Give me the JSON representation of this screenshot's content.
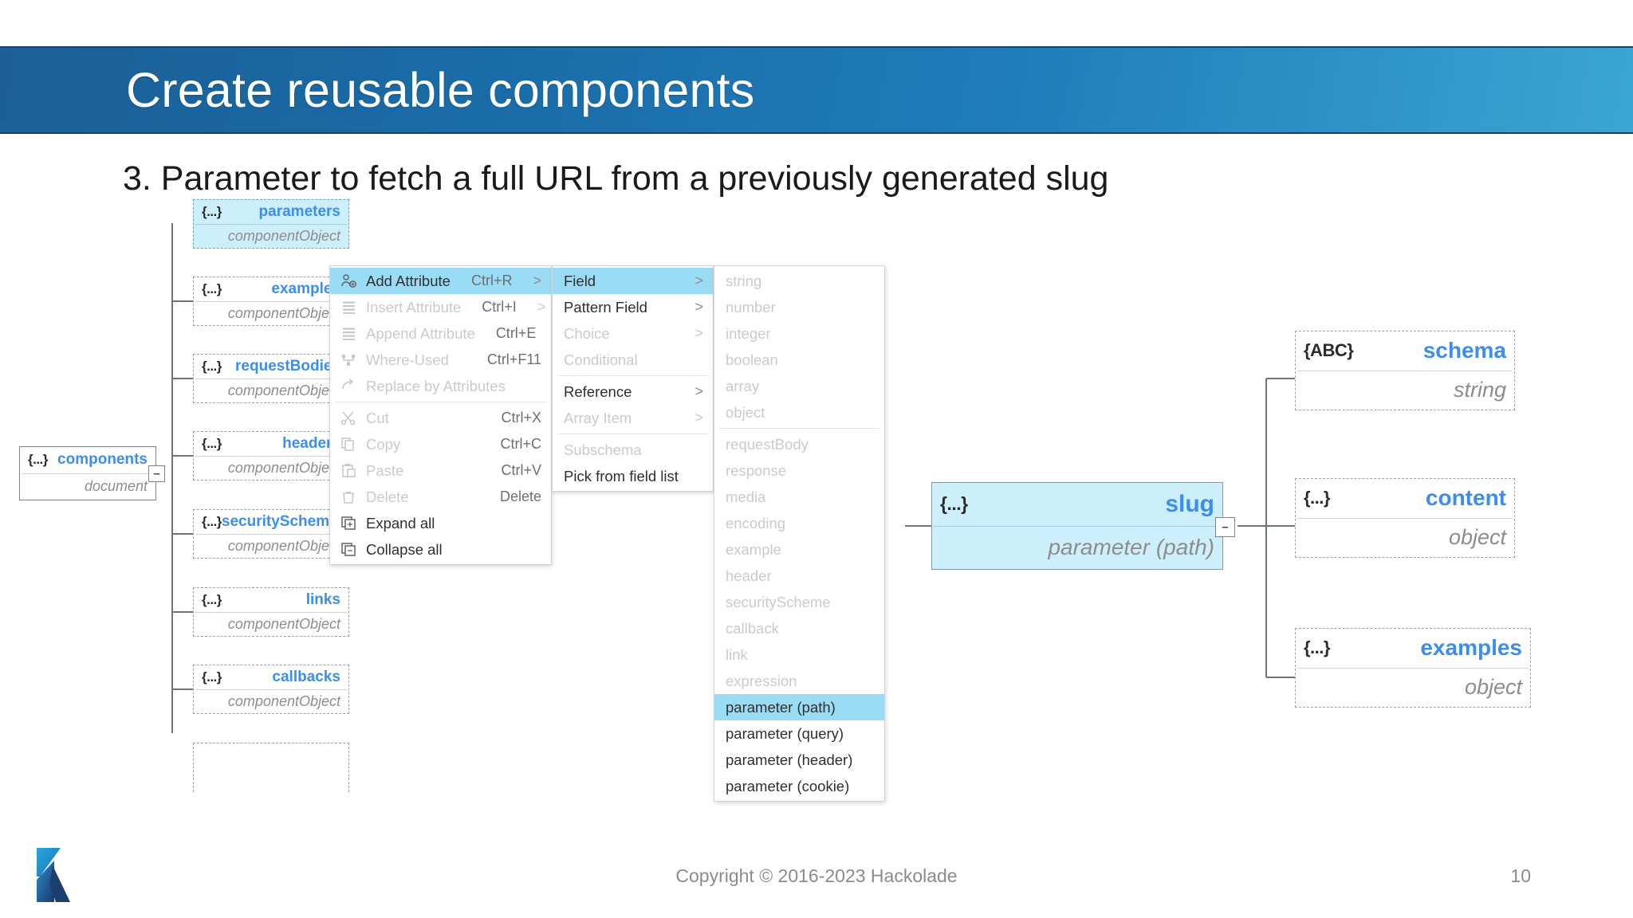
{
  "slide": {
    "title": "Create reusable components",
    "subtitle": "3. Parameter to fetch a full URL from a previously generated slug",
    "page_number": "10",
    "copyright": "Copyright © 2016-2023 Hackolade",
    "colors": {
      "title_bar_start": "#1b5f96",
      "title_bar_end": "#3aa6d4",
      "node_name": "#3b8ef0",
      "node_type": "#8d8d8d",
      "selection": "#cdeffc",
      "menu_highlight": "#9adcf5"
    }
  },
  "tree": {
    "root": {
      "brace": "{...}",
      "name": "components",
      "type": "document"
    },
    "children": [
      {
        "brace": "{...}",
        "name": "parameters",
        "type": "componentObject",
        "selected": true
      },
      {
        "brace": "{...}",
        "name": "examples",
        "type": "componentObject",
        "selected": false
      },
      {
        "brace": "{...}",
        "name": "requestBodies",
        "type": "componentObject",
        "selected": false
      },
      {
        "brace": "{...}",
        "name": "headers",
        "type": "componentObject",
        "selected": false
      },
      {
        "brace": "{...}",
        "name": "securitySchemes",
        "type": "componentObject",
        "selected": false
      },
      {
        "brace": "{...}",
        "name": "links",
        "type": "componentObject",
        "selected": false
      },
      {
        "brace": "{...}",
        "name": "callbacks",
        "type": "componentObject",
        "selected": false
      }
    ],
    "detail": {
      "parameter": {
        "brace": "{...}",
        "name": "slug",
        "type": "parameter (path)"
      },
      "children": [
        {
          "brace": "{ABC}",
          "name": "schema",
          "type": "string"
        },
        {
          "brace": "{...}",
          "name": "content",
          "type": "object"
        },
        {
          "brace": "{...}",
          "name": "examples",
          "type": "object"
        }
      ]
    },
    "handles": {
      "root_collapse": "–",
      "security_expand": "+",
      "slug_collapse": "–"
    }
  },
  "context_menu": {
    "items": [
      {
        "label": "Add Attribute",
        "accel": "Ctrl+R",
        "arrow": ">",
        "disabled": false,
        "highlight": true,
        "icon": "add-attribute-icon"
      },
      {
        "label": "Insert Attribute",
        "accel": "Ctrl+I",
        "arrow": ">",
        "disabled": true,
        "highlight": false,
        "icon": "insert-attribute-icon"
      },
      {
        "label": "Append Attribute",
        "accel": "Ctrl+E",
        "arrow": ">",
        "disabled": true,
        "highlight": false,
        "icon": "append-attribute-icon"
      },
      {
        "label": "Where-Used",
        "accel": "Ctrl+F11",
        "arrow": "",
        "disabled": true,
        "highlight": false,
        "icon": "where-used-icon"
      },
      {
        "label": "Replace by Attributes",
        "accel": "",
        "arrow": "",
        "disabled": true,
        "highlight": false,
        "icon": "replace-icon"
      },
      {
        "separator": true
      },
      {
        "label": "Cut",
        "accel": "Ctrl+X",
        "arrow": "",
        "disabled": true,
        "highlight": false,
        "icon": "cut-icon"
      },
      {
        "label": "Copy",
        "accel": "Ctrl+C",
        "arrow": "",
        "disabled": true,
        "highlight": false,
        "icon": "copy-icon"
      },
      {
        "label": "Paste",
        "accel": "Ctrl+V",
        "arrow": "",
        "disabled": true,
        "highlight": false,
        "icon": "paste-icon"
      },
      {
        "label": "Delete",
        "accel": "Delete",
        "arrow": "",
        "disabled": true,
        "highlight": false,
        "icon": "delete-icon"
      },
      {
        "label": "Expand all",
        "accel": "",
        "arrow": "",
        "disabled": false,
        "highlight": false,
        "icon": "expand-all-icon"
      },
      {
        "label": "Collapse all",
        "accel": "",
        "arrow": "",
        "disabled": false,
        "highlight": false,
        "icon": "collapse-all-icon"
      }
    ]
  },
  "submenu_level2": {
    "items": [
      {
        "label": "Field",
        "arrow": ">",
        "disabled": false,
        "highlight": true
      },
      {
        "label": "Pattern Field",
        "arrow": ">",
        "disabled": false,
        "highlight": false
      },
      {
        "label": "Choice",
        "arrow": ">",
        "disabled": true,
        "highlight": false
      },
      {
        "label": "Conditional",
        "arrow": "",
        "disabled": true,
        "highlight": false
      },
      {
        "separator": true
      },
      {
        "label": "Reference",
        "arrow": ">",
        "disabled": false,
        "highlight": false
      },
      {
        "label": "Array Item",
        "arrow": ">",
        "disabled": true,
        "highlight": false
      },
      {
        "separator": true
      },
      {
        "label": "Subschema",
        "arrow": "",
        "disabled": true,
        "highlight": false
      },
      {
        "label": "Pick from field list",
        "arrow": "",
        "disabled": false,
        "highlight": false
      }
    ]
  },
  "submenu_level3": {
    "items": [
      {
        "label": "string",
        "disabled": true,
        "highlight": false
      },
      {
        "label": "number",
        "disabled": true,
        "highlight": false
      },
      {
        "label": "integer",
        "disabled": true,
        "highlight": false
      },
      {
        "label": "boolean",
        "disabled": true,
        "highlight": false
      },
      {
        "label": "array",
        "disabled": true,
        "highlight": false
      },
      {
        "label": "object",
        "disabled": true,
        "highlight": false
      },
      {
        "separator": true
      },
      {
        "label": "requestBody",
        "disabled": true,
        "highlight": false
      },
      {
        "label": "response",
        "disabled": true,
        "highlight": false
      },
      {
        "label": "media",
        "disabled": true,
        "highlight": false
      },
      {
        "label": "encoding",
        "disabled": true,
        "highlight": false
      },
      {
        "label": "example",
        "disabled": true,
        "highlight": false
      },
      {
        "label": "header",
        "disabled": true,
        "highlight": false
      },
      {
        "label": "securityScheme",
        "disabled": true,
        "highlight": false
      },
      {
        "label": "callback",
        "disabled": true,
        "highlight": false
      },
      {
        "label": "link",
        "disabled": true,
        "highlight": false
      },
      {
        "label": "expression",
        "disabled": true,
        "highlight": false
      },
      {
        "label": "parameter (path)",
        "disabled": false,
        "highlight": true
      },
      {
        "label": "parameter (query)",
        "disabled": false,
        "highlight": false
      },
      {
        "label": "parameter (header)",
        "disabled": false,
        "highlight": false
      },
      {
        "label": "parameter (cookie)",
        "disabled": false,
        "highlight": false
      }
    ]
  }
}
